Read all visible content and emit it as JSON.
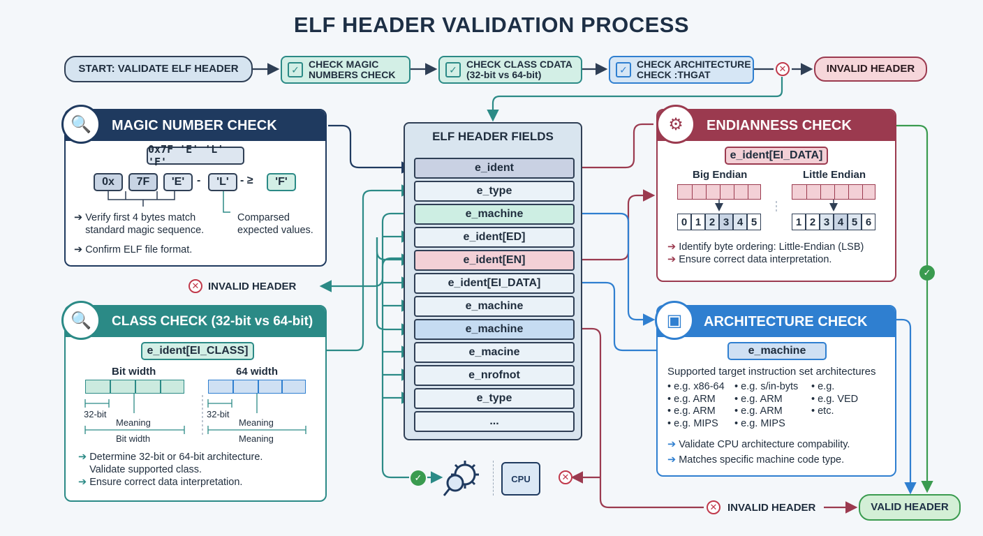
{
  "title": "ELF HEADER VALIDATION PROCESS",
  "flow": {
    "start": "START: VALIDATE ELF HEADER",
    "step1": [
      "CHECK MAGIC",
      "NUMBERS CHECK"
    ],
    "step2": [
      "CHECK CLASS CDATA",
      "(32-bit vs 64-bit)"
    ],
    "step3": [
      "CHECK ARCHITECTURE",
      "CHECK :THGAT"
    ],
    "invalid": "INVALID HEADER"
  },
  "magic": {
    "title": "MAGIC NUMBER CHECK",
    "sequence": "0x7F  'E'  'L'  'F'",
    "bytes": [
      "0x",
      "7F",
      "'E'",
      "-",
      "'L'",
      "- ≥",
      "'F'"
    ],
    "note_left": [
      "Verify first 4 bytes match",
      "standard magic sequence."
    ],
    "note_right": [
      "Comparsed",
      "expected values."
    ],
    "note_bottom": "Confirm ELF file format.",
    "invalid": "INVALID HEADER"
  },
  "class_check": {
    "title": "CLASS CHECK (32-bit vs 64-bit)",
    "field": "e_ident[EI_CLASS]",
    "left_label": "Bit width",
    "right_label": "64 width",
    "left_dim": "32-bit",
    "right_dim": "32-bit",
    "meaning": "Meaning",
    "left_sub": "Bit width",
    "right_sub": "Meaning",
    "notes": [
      "Determine 32-bit or 64-bit architecture.",
      "Validate supported class.",
      "Ensure correct data interpretation."
    ]
  },
  "fields": {
    "title": "ELF HEADER FIELDS",
    "items": [
      "e_ident",
      "e_type",
      "e_machine",
      "e_ident[ED]",
      "e_ident[EN]",
      "e_ident[EI_DATA]",
      "e_machine",
      "e_machine",
      "e_macine",
      "e_nrofnot",
      "e_type",
      "..."
    ]
  },
  "endian": {
    "title": "ENDIANNESS CHECK",
    "field": "e_ident[EI_DATA]",
    "big": "Big Endian",
    "little": "Little Endian",
    "big_bytes": [
      "0",
      "1",
      "2",
      "3",
      "4",
      "5"
    ],
    "little_bytes": [
      "1",
      "2",
      "3",
      "4",
      "5",
      "6"
    ],
    "notes": [
      "Identify byte ordering: Little-Endian (LSB)",
      "Ensure correct data interpretation."
    ]
  },
  "arch": {
    "title": "ARCHITECTURE CHECK",
    "field": "e_machine",
    "subtitle": "Supported target instruction set architectures",
    "col1": [
      "• e.g. x86-64",
      "• e.g. ARM",
      "• e.g. ARM",
      "• e.g. MIPS"
    ],
    "col2": [
      "• e.g. s/in-byts",
      "• e.g. ARM",
      "• e.g. ARM",
      "• e.g. MIPS"
    ],
    "col3": [
      "• e.g.",
      "• e.g. VED",
      "• etc.",
      ""
    ],
    "notes": [
      "Validate CPU architecture compability.",
      "Matches specific machine code type."
    ]
  },
  "bottom": {
    "cpu": "CPU",
    "invalid": "INVALID HEADER",
    "valid": "VALID HEADER"
  },
  "colors": {
    "navy": "#1f3a5f",
    "teal": "#2b8a86",
    "maroon": "#9b3a4f",
    "blue": "#2f7fd0",
    "green": "#3a9b4f"
  }
}
